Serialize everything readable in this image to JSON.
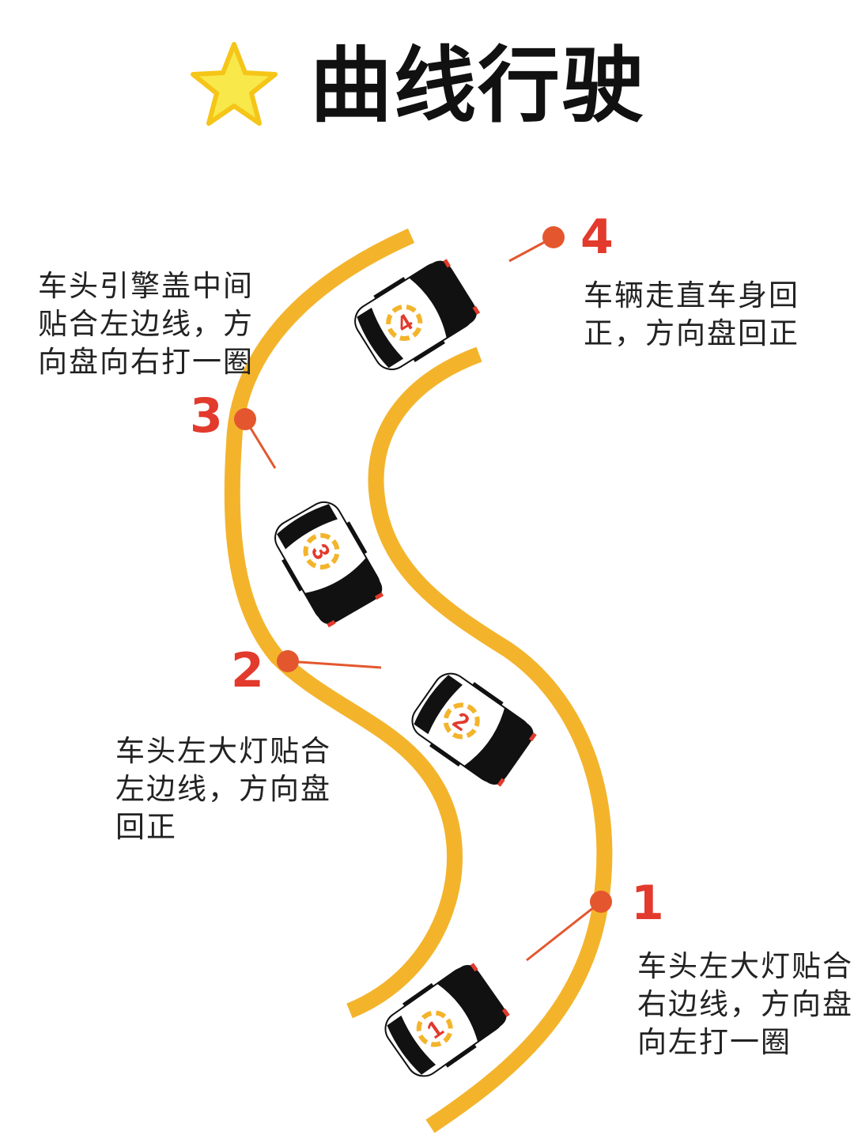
{
  "title": {
    "text": "曲线行驶",
    "icon": "star-icon",
    "star_color": "#f8e84a"
  },
  "colors": {
    "road_line": "#f3b42c",
    "marker": "#e4572e",
    "number": "#e23a2c",
    "car_body": "#ffffff",
    "car_glass": "#111111"
  },
  "steps": [
    {
      "number": "1",
      "lines": [
        "车头左大灯贴合",
        "右边线，方向盘",
        "向左打一圈"
      ]
    },
    {
      "number": "2",
      "lines": [
        "车头左大灯贴合",
        "左边线，方向盘",
        "回正"
      ]
    },
    {
      "number": "3",
      "lines": [
        "车头引擎盖中间",
        "贴合左边线，方",
        "向盘向右打一圈"
      ]
    },
    {
      "number": "4",
      "lines": [
        "车辆走直车身回",
        "正，方向盘回正"
      ]
    }
  ],
  "cars": [
    {
      "label": "1"
    },
    {
      "label": "2"
    },
    {
      "label": "3"
    },
    {
      "label": "4"
    }
  ]
}
